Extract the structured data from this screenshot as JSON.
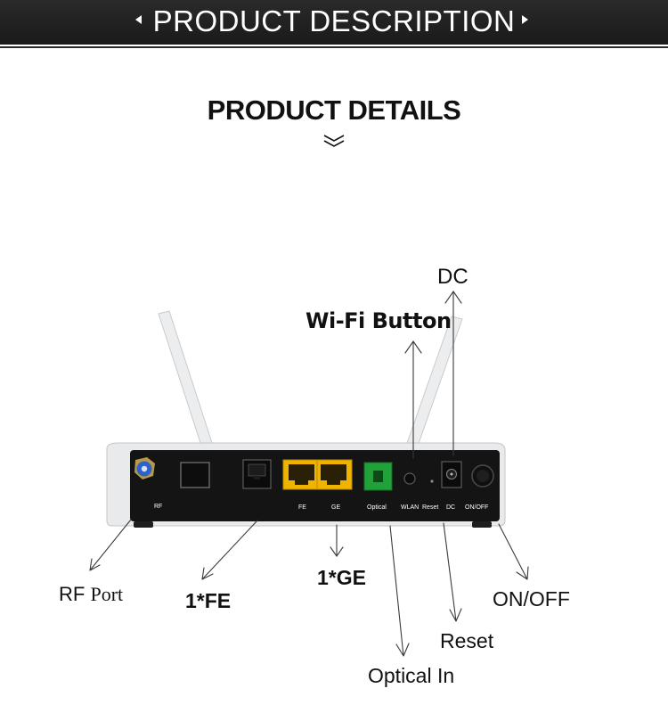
{
  "banner": {
    "title": "PRODUCT DESCRIPTION",
    "left_icon": "triangle-left-icon",
    "right_icon": "triangle-right-icon"
  },
  "section": {
    "title": "PRODUCT DETAILS",
    "icon": "double-chevron-down-icon"
  },
  "device": {
    "port_labels": [
      "RF",
      "FE",
      "GE",
      "Optical",
      "WLAN",
      "Reset",
      "DC",
      "ON/OFF"
    ]
  },
  "callouts": {
    "dc": "DC",
    "wifi_button": "Wi-Fi Button",
    "rf_port_a": "RF",
    "rf_port_b": "Port",
    "fe": "1*FE",
    "ge": "1*GE",
    "on_off": "ON/OFF",
    "reset": "Reset",
    "optical_in": "Optical In"
  },
  "colors": {
    "banner": "#1a1a1a",
    "ethernet_port": "#f0b400",
    "optical_port": "#22a13a",
    "rf_connector": "#2f62c8",
    "device_panel": "#141414",
    "device_shell": "#e9eaec"
  }
}
